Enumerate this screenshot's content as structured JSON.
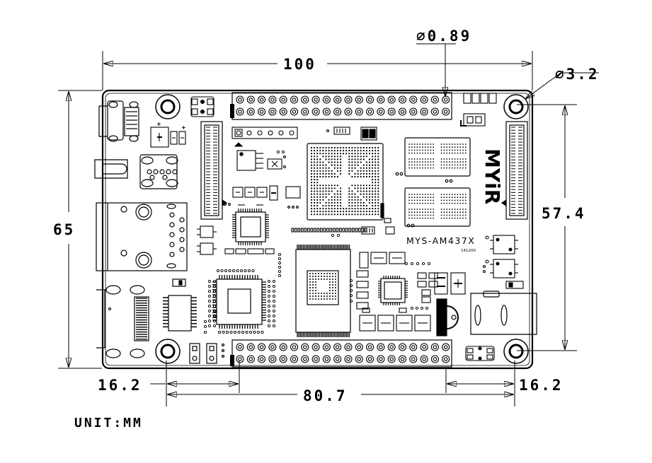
{
  "dimensions": {
    "width": "100",
    "height": "65",
    "inner_height": "57.4",
    "hole_offset_left": "16.2",
    "hole_offset_right": "16.2",
    "hole_spacing": "80.7",
    "pin_diameter": "∅0.89",
    "hole_diameter": "∅3.2"
  },
  "unit_label": "UNIT:MM",
  "board": {
    "brand_logo": "MYiR",
    "model": "MYS-AM437X",
    "date_code": "141200"
  },
  "colors": {
    "ink": "#000000",
    "background": "#ffffff"
  }
}
